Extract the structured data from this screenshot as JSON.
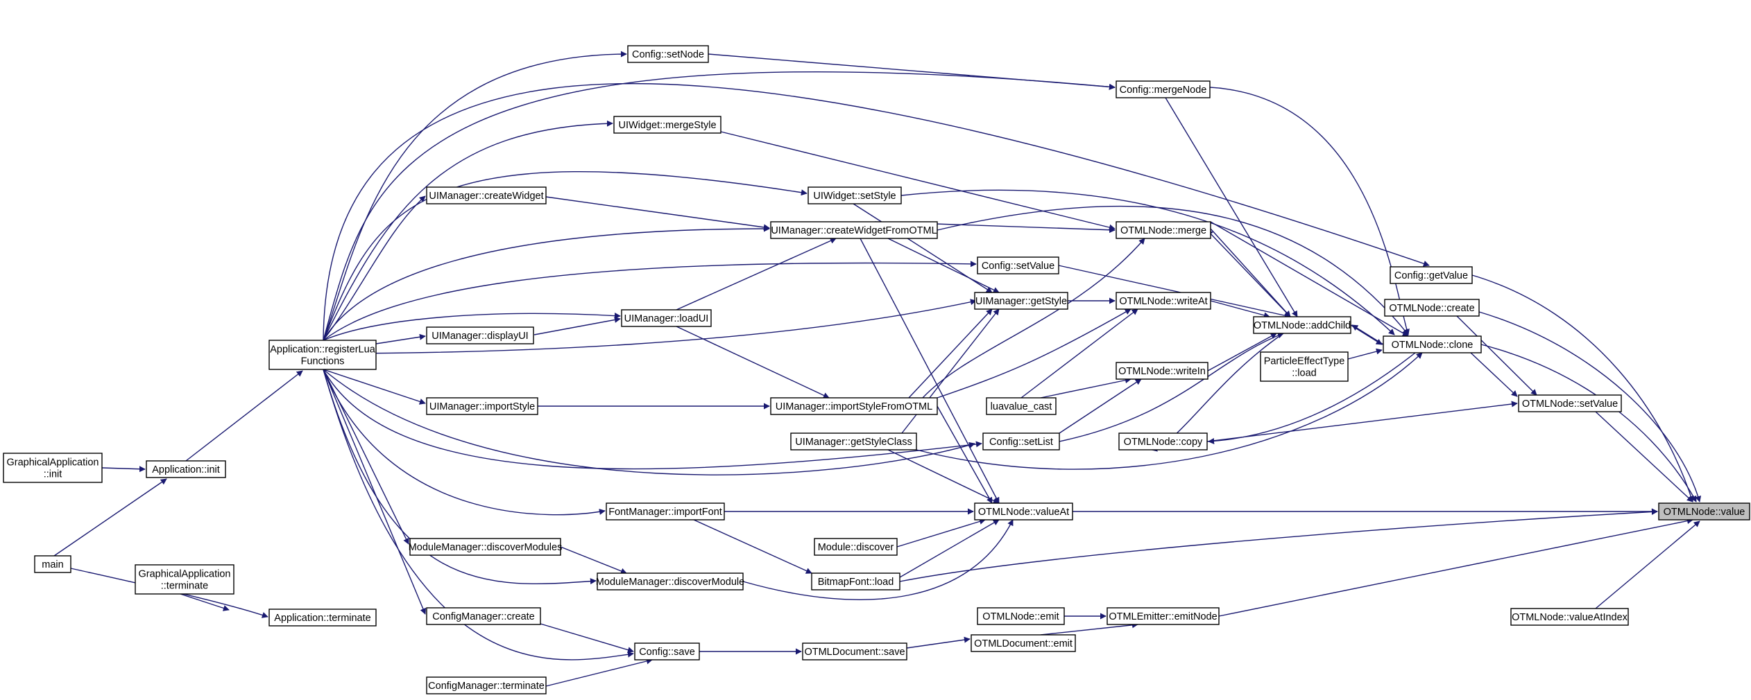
{
  "graph": {
    "edge_color": "#191970",
    "node_fill": "#ffffff",
    "highlight_fill": "#bfbfbf",
    "nodes": [
      {
        "id": "ga_init",
        "lines": [
          "GraphicalApplication",
          "::init"
        ]
      },
      {
        "id": "main",
        "lines": [
          "main"
        ]
      },
      {
        "id": "ga_term",
        "lines": [
          "GraphicalApplication",
          "::terminate"
        ]
      },
      {
        "id": "app_init",
        "lines": [
          "Application::init"
        ]
      },
      {
        "id": "app_term",
        "lines": [
          "Application::terminate"
        ]
      },
      {
        "id": "app_reg",
        "lines": [
          "Application::registerLua",
          "Functions"
        ]
      },
      {
        "id": "uim_cw",
        "lines": [
          "UIManager::createWidget"
        ]
      },
      {
        "id": "uim_dui",
        "lines": [
          "UIManager::displayUI"
        ]
      },
      {
        "id": "uim_is",
        "lines": [
          "UIManager::importStyle"
        ]
      },
      {
        "id": "mm_dms",
        "lines": [
          "ModuleManager::discoverModules"
        ]
      },
      {
        "id": "cm_create",
        "lines": [
          "ConfigManager::create"
        ]
      },
      {
        "id": "cm_term",
        "lines": [
          "ConfigManager::terminate"
        ]
      },
      {
        "id": "cfg_setnode",
        "lines": [
          "Config::setNode"
        ]
      },
      {
        "id": "uiw_ms",
        "lines": [
          "UIWidget::mergeStyle"
        ]
      },
      {
        "id": "uim_lui",
        "lines": [
          "UIManager::loadUI"
        ]
      },
      {
        "id": "fm_if",
        "lines": [
          "FontManager::importFont"
        ]
      },
      {
        "id": "mm_dm",
        "lines": [
          "ModuleManager::discoverModule"
        ]
      },
      {
        "id": "cfg_save",
        "lines": [
          "Config::save"
        ]
      },
      {
        "id": "uiw_ss",
        "lines": [
          "UIWidget::setStyle"
        ]
      },
      {
        "id": "uim_cwfo",
        "lines": [
          "UIManager::createWidgetFromOTML"
        ]
      },
      {
        "id": "uim_isfo",
        "lines": [
          "UIManager::importStyleFromOTML"
        ]
      },
      {
        "id": "uim_gsc",
        "lines": [
          "UIManager::getStyleClass"
        ]
      },
      {
        "id": "mod_disc",
        "lines": [
          "Module::discover"
        ]
      },
      {
        "id": "bf_load",
        "lines": [
          "BitmapFont::load"
        ]
      },
      {
        "id": "od_save",
        "lines": [
          "OTMLDocument::save"
        ]
      },
      {
        "id": "cfg_setvalue",
        "lines": [
          "Config::setValue"
        ]
      },
      {
        "id": "uim_gs",
        "lines": [
          "UIManager::getStyle"
        ]
      },
      {
        "id": "lua_cast",
        "lines": [
          "luavalue_cast"
        ]
      },
      {
        "id": "cfg_setlist",
        "lines": [
          "Config::setList"
        ]
      },
      {
        "id": "on_valueat",
        "lines": [
          "OTMLNode::valueAt"
        ]
      },
      {
        "id": "on_emit",
        "lines": [
          "OTMLNode::emit"
        ]
      },
      {
        "id": "od_emit",
        "lines": [
          "OTMLDocument::emit"
        ]
      },
      {
        "id": "cfg_mergenode",
        "lines": [
          "Config::mergeNode"
        ]
      },
      {
        "id": "on_merge",
        "lines": [
          "OTMLNode::merge"
        ]
      },
      {
        "id": "on_writeat",
        "lines": [
          "OTMLNode::writeAt"
        ]
      },
      {
        "id": "on_writein",
        "lines": [
          "OTMLNode::writeIn"
        ]
      },
      {
        "id": "on_copy",
        "lines": [
          "OTMLNode::copy"
        ]
      },
      {
        "id": "oe_emitnode",
        "lines": [
          "OTMLEmitter::emitNode"
        ]
      },
      {
        "id": "on_addchild",
        "lines": [
          "OTMLNode::addChild"
        ]
      },
      {
        "id": "pet_load",
        "lines": [
          "ParticleEffectType",
          "::load"
        ]
      },
      {
        "id": "cfg_getvalue",
        "lines": [
          "Config::getValue"
        ]
      },
      {
        "id": "on_create",
        "lines": [
          "OTMLNode::create"
        ]
      },
      {
        "id": "on_clone",
        "lines": [
          "OTMLNode::clone"
        ]
      },
      {
        "id": "on_setvalue",
        "lines": [
          "OTMLNode::setValue"
        ]
      },
      {
        "id": "on_vai",
        "lines": [
          "OTMLNode::valueAtIndex"
        ]
      },
      {
        "id": "on_value",
        "lines": [
          "OTMLNode::value"
        ],
        "current": true
      }
    ],
    "edges": [
      [
        "ga_init",
        "app_init"
      ],
      [
        "main",
        "app_init"
      ],
      [
        "main",
        "app_term"
      ],
      [
        "ga_term",
        "app_term"
      ],
      [
        "app_init",
        "app_reg"
      ],
      [
        "app_reg",
        "cfg_setnode"
      ],
      [
        "app_reg",
        "cfg_mergenode"
      ],
      [
        "app_reg",
        "uiw_ms"
      ],
      [
        "app_reg",
        "uiw_ss"
      ],
      [
        "app_reg",
        "uim_cw"
      ],
      [
        "app_reg",
        "uim_cwfo"
      ],
      [
        "app_reg",
        "cfg_setvalue"
      ],
      [
        "app_reg",
        "uim_gs"
      ],
      [
        "app_reg",
        "uim_lui"
      ],
      [
        "app_reg",
        "uim_dui"
      ],
      [
        "app_reg",
        "uim_is"
      ],
      [
        "app_reg",
        "uim_isfo"
      ],
      [
        "app_reg",
        "uim_gsc"
      ],
      [
        "app_reg",
        "cfg_setlist"
      ],
      [
        "app_reg",
        "fm_if"
      ],
      [
        "app_reg",
        "mm_dms"
      ],
      [
        "app_reg",
        "mm_dm"
      ],
      [
        "app_reg",
        "cm_create"
      ],
      [
        "app_reg",
        "cm_term"
      ],
      [
        "app_reg",
        "cfg_getvalue"
      ],
      [
        "uim_dui",
        "uim_lui"
      ],
      [
        "uim_lui",
        "uim_cwfo"
      ],
      [
        "uim_lui",
        "uim_isfo"
      ],
      [
        "uim_is",
        "uim_isfo"
      ],
      [
        "uim_cw",
        "uim_cwfo"
      ],
      [
        "uiw_ss",
        "uim_gs"
      ],
      [
        "uim_cwfo",
        "uim_gs"
      ],
      [
        "uim_cwfo",
        "on_merge"
      ],
      [
        "uim_cwfo",
        "on_valueat"
      ],
      [
        "uim_isfo",
        "uim_gs"
      ],
      [
        "uim_isfo",
        "on_merge"
      ],
      [
        "uim_isfo",
        "on_writeat"
      ],
      [
        "uim_isfo",
        "on_valueat"
      ],
      [
        "uim_gsc",
        "uim_gs"
      ],
      [
        "uim_gsc",
        "on_valueat"
      ],
      [
        "fm_if",
        "on_valueat"
      ],
      [
        "fm_if",
        "bf_load"
      ],
      [
        "mod_disc",
        "on_valueat"
      ],
      [
        "bf_load",
        "on_valueat"
      ],
      [
        "bf_load",
        "on_value"
      ],
      [
        "mm_dms",
        "mm_dm"
      ],
      [
        "mm_dm",
        "on_valueat"
      ],
      [
        "cm_create",
        "cfg_save"
      ],
      [
        "cm_term",
        "cfg_save"
      ],
      [
        "cfg_save",
        "od_save"
      ],
      [
        "od_save",
        "od_emit"
      ],
      [
        "od_emit",
        "oe_emitnode"
      ],
      [
        "on_emit",
        "oe_emitnode"
      ],
      [
        "oe_emitnode",
        "on_value"
      ],
      [
        "cfg_setnode",
        "cfg_mergenode"
      ],
      [
        "cfg_mergenode",
        "on_addchild"
      ],
      [
        "cfg_mergenode",
        "on_clone"
      ],
      [
        "uiw_ms",
        "on_merge"
      ],
      [
        "uiw_ss",
        "on_clone"
      ],
      [
        "uim_cwfo",
        "on_clone"
      ],
      [
        "cfg_setvalue",
        "on_addchild"
      ],
      [
        "uim_gs",
        "on_writeat"
      ],
      [
        "lua_cast",
        "on_writeat"
      ],
      [
        "lua_cast",
        "on_writein"
      ],
      [
        "cfg_setlist",
        "on_writein"
      ],
      [
        "cfg_setlist",
        "on_addchild"
      ],
      [
        "on_writeat",
        "on_addchild"
      ],
      [
        "on_writein",
        "on_addchild"
      ],
      [
        "on_merge",
        "on_addchild"
      ],
      [
        "on_merge",
        "on_clone"
      ],
      [
        "on_copy",
        "on_addchild"
      ],
      [
        "on_copy",
        "on_setvalue"
      ],
      [
        "on_addchild",
        "on_clone"
      ],
      [
        "on_addchild",
        "on_copy"
      ],
      [
        "on_addchild",
        "on_merge"
      ],
      [
        "on_clone",
        "on_addchild"
      ],
      [
        "on_clone",
        "on_copy"
      ],
      [
        "on_clone",
        "on_setvalue"
      ],
      [
        "pet_load",
        "on_clone"
      ],
      [
        "uim_gsc",
        "on_clone"
      ],
      [
        "on_valueat",
        "on_value"
      ],
      [
        "cfg_getvalue",
        "on_value"
      ],
      [
        "on_create",
        "on_setvalue"
      ],
      [
        "on_create",
        "on_value"
      ],
      [
        "on_clone",
        "on_value"
      ],
      [
        "on_setvalue",
        "on_value"
      ],
      [
        "on_vai",
        "on_value"
      ]
    ]
  }
}
